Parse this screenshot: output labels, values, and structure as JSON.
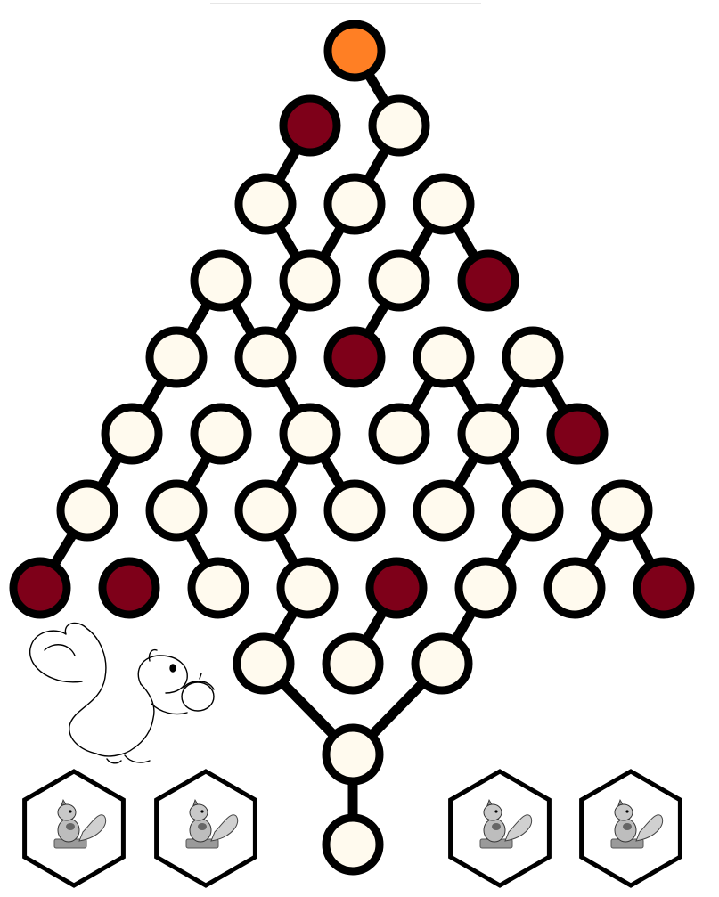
{
  "board": {
    "colors": {
      "empty": "#fffaee",
      "blocked": "#7e0019",
      "current": "#ff7f24",
      "line": "#000000"
    },
    "nodes": [
      {
        "id": "n-r0-0",
        "state": "current"
      },
      {
        "id": "n-r1-0",
        "state": "blocked"
      },
      {
        "id": "n-r1-1",
        "state": "empty"
      },
      {
        "id": "n-r2-0",
        "state": "empty"
      },
      {
        "id": "n-r2-1",
        "state": "empty"
      },
      {
        "id": "n-r2-2",
        "state": "empty"
      },
      {
        "id": "n-r3-0",
        "state": "empty"
      },
      {
        "id": "n-r3-1",
        "state": "empty"
      },
      {
        "id": "n-r3-2",
        "state": "empty"
      },
      {
        "id": "n-r3-3",
        "state": "blocked"
      },
      {
        "id": "n-r4-0",
        "state": "empty"
      },
      {
        "id": "n-r4-1",
        "state": "empty"
      },
      {
        "id": "n-r4-2",
        "state": "blocked"
      },
      {
        "id": "n-r4-3",
        "state": "empty"
      },
      {
        "id": "n-r4-4",
        "state": "empty"
      },
      {
        "id": "n-r5-0",
        "state": "empty"
      },
      {
        "id": "n-r5-1",
        "state": "empty"
      },
      {
        "id": "n-r5-2",
        "state": "empty"
      },
      {
        "id": "n-r5-3",
        "state": "empty"
      },
      {
        "id": "n-r5-4",
        "state": "empty"
      },
      {
        "id": "n-r5-5",
        "state": "blocked"
      },
      {
        "id": "n-r6-0",
        "state": "empty"
      },
      {
        "id": "n-r6-1",
        "state": "empty"
      },
      {
        "id": "n-r6-2",
        "state": "empty"
      },
      {
        "id": "n-r6-3",
        "state": "empty"
      },
      {
        "id": "n-r6-4",
        "state": "empty"
      },
      {
        "id": "n-r6-5",
        "state": "empty"
      },
      {
        "id": "n-r6-6",
        "state": "empty"
      },
      {
        "id": "n-r7-0",
        "state": "blocked"
      },
      {
        "id": "n-r7-1",
        "state": "blocked"
      },
      {
        "id": "n-r7-2",
        "state": "empty"
      },
      {
        "id": "n-r7-3",
        "state": "empty"
      },
      {
        "id": "n-r7-4",
        "state": "blocked"
      },
      {
        "id": "n-r7-5",
        "state": "empty"
      },
      {
        "id": "n-r7-6",
        "state": "empty"
      },
      {
        "id": "n-r7-7",
        "state": "blocked"
      },
      {
        "id": "n-r8-0",
        "state": "empty"
      },
      {
        "id": "n-r8-1",
        "state": "empty"
      },
      {
        "id": "n-r8-2",
        "state": "empty"
      },
      {
        "id": "n-r9-0",
        "state": "empty"
      },
      {
        "id": "n-r10-0",
        "state": "empty"
      }
    ],
    "edges": [
      [
        "n-r0-0",
        "n-r1-1"
      ],
      [
        "n-r1-0",
        "n-r2-0"
      ],
      [
        "n-r1-1",
        "n-r2-1"
      ],
      [
        "n-r2-0",
        "n-r3-1"
      ],
      [
        "n-r2-1",
        "n-r3-1"
      ],
      [
        "n-r2-2",
        "n-r3-2"
      ],
      [
        "n-r2-2",
        "n-r3-3"
      ],
      [
        "n-r3-0",
        "n-r4-0"
      ],
      [
        "n-r3-0",
        "n-r4-1"
      ],
      [
        "n-r3-1",
        "n-r4-1"
      ],
      [
        "n-r3-2",
        "n-r4-2"
      ],
      [
        "n-r4-0",
        "n-r5-0"
      ],
      [
        "n-r4-1",
        "n-r5-2"
      ],
      [
        "n-r4-3",
        "n-r5-3"
      ],
      [
        "n-r4-3",
        "n-r5-4"
      ],
      [
        "n-r4-4",
        "n-r5-4"
      ],
      [
        "n-r4-4",
        "n-r5-5"
      ],
      [
        "n-r5-0",
        "n-r6-0"
      ],
      [
        "n-r5-1",
        "n-r6-1"
      ],
      [
        "n-r5-2",
        "n-r6-2"
      ],
      [
        "n-r5-2",
        "n-r6-3"
      ],
      [
        "n-r5-4",
        "n-r6-4"
      ],
      [
        "n-r5-4",
        "n-r6-5"
      ],
      [
        "n-r6-0",
        "n-r7-0"
      ],
      [
        "n-r6-1",
        "n-r7-2"
      ],
      [
        "n-r6-2",
        "n-r7-3"
      ],
      [
        "n-r6-5",
        "n-r7-5"
      ],
      [
        "n-r6-6",
        "n-r7-6"
      ],
      [
        "n-r6-6",
        "n-r7-7"
      ],
      [
        "n-r7-3",
        "n-r8-0"
      ],
      [
        "n-r7-4",
        "n-r8-1"
      ],
      [
        "n-r7-5",
        "n-r8-2"
      ],
      [
        "n-r8-0",
        "n-r9-0"
      ],
      [
        "n-r8-2",
        "n-r9-0"
      ],
      [
        "n-r9-0",
        "n-r10-0"
      ]
    ]
  },
  "tokens": {
    "left": [
      {
        "icon": "squirrel-icon"
      },
      {
        "icon": "squirrel-icon"
      }
    ],
    "right": [
      {
        "icon": "squirrel-icon"
      },
      {
        "icon": "squirrel-icon"
      }
    ]
  },
  "illustration": {
    "icon": "squirrel-with-acorn-icon"
  }
}
